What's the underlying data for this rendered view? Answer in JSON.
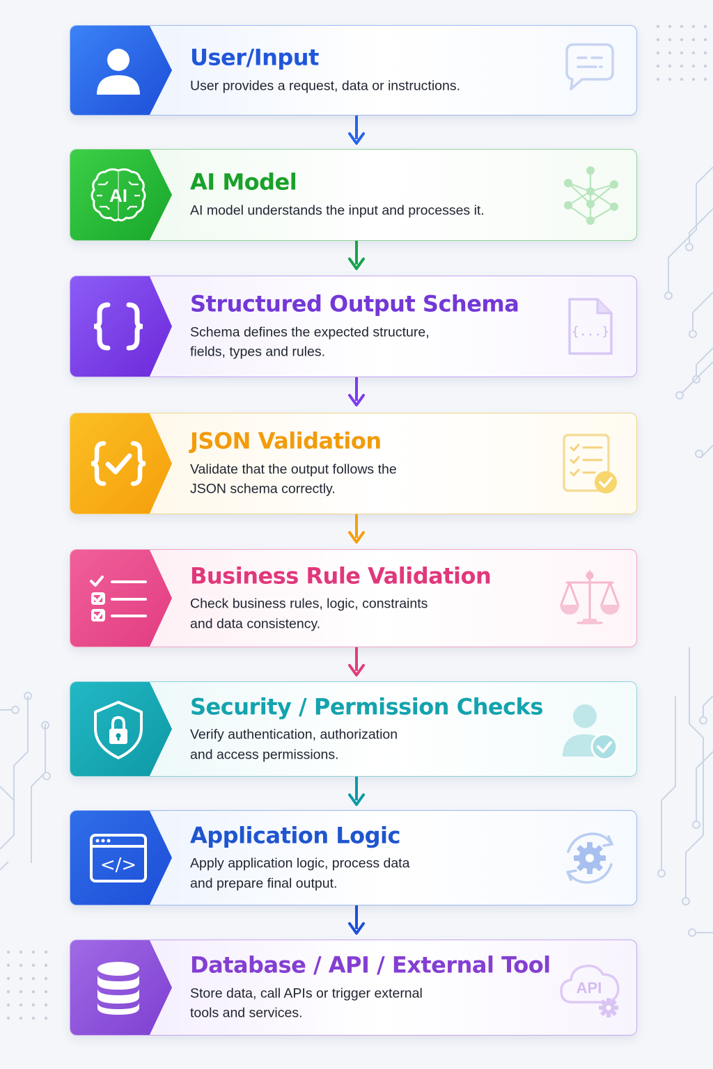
{
  "steps": [
    {
      "title": "User/Input",
      "desc": "User provides a request, data or instructions.",
      "color": "#2563eb",
      "color2": "#1d4ed8",
      "tint": "#eef3fd",
      "icon": "user-icon",
      "deco": "chat-bubble-icon"
    },
    {
      "title": "AI Model",
      "desc": "AI model understands the input and processes it.",
      "color": "#22b530",
      "color2": "#16a34a",
      "tint": "#eef9ef",
      "icon": "ai-brain-icon",
      "badge_text": "AI",
      "deco": "network-graph-icon"
    },
    {
      "title": "Structured Output Schema",
      "desc": "Schema defines the expected structure,\nfields, types and rules.",
      "color": "#7c3aed",
      "color2": "#6d28d9",
      "tint": "#f3eefe",
      "icon": "curly-braces-icon",
      "deco": "schema-document-icon",
      "deco_text": "{...}"
    },
    {
      "title": "JSON Validation",
      "desc": "Validate that the output follows the\nJSON schema correctly.",
      "color": "#f59e0b",
      "color2": "#f7b500",
      "tint": "#fef8ea",
      "icon": "braces-check-icon",
      "deco": "checklist-document-icon"
    },
    {
      "title": "Business Rule Validation",
      "desc": "Check business rules, logic, constraints\nand data consistency.",
      "color": "#e64283",
      "color2": "#ec4899",
      "tint": "#fdeef4",
      "icon": "checklist-icon",
      "deco": "balance-scale-icon"
    },
    {
      "title": "Security / Permission Checks",
      "desc": "Verify authentication, authorization\nand access permissions.",
      "color": "#14a8b4",
      "color2": "#0e9aa6",
      "tint": "#ebf8f9",
      "icon": "shield-lock-icon",
      "deco": "verified-user-icon"
    },
    {
      "title": "Application Logic",
      "desc": "Apply application logic, process data\nand prepare final output.",
      "color": "#2160d8",
      "color2": "#1d4ed8",
      "tint": "#eef3fd",
      "icon": "code-window-icon",
      "badge_text": "</>",
      "deco": "gear-sync-icon"
    },
    {
      "title": "Database / API / External Tool",
      "desc": "Store data, call APIs or trigger external\ntools and services.",
      "color": "#8b45d6",
      "color2": "#9b5de5",
      "tint": "#f4eefc",
      "icon": "database-icon",
      "deco": "api-cloud-icon",
      "deco_text": "API"
    }
  ]
}
